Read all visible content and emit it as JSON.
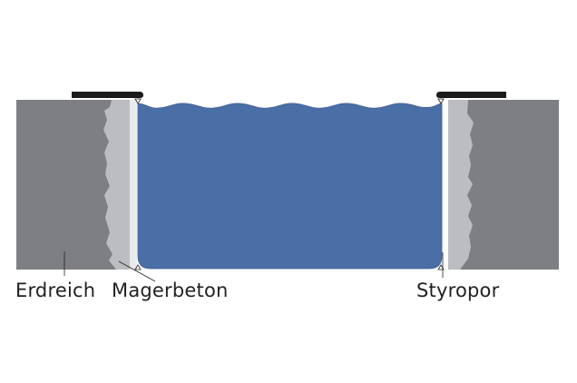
{
  "diagram": {
    "type": "pool-cross-section",
    "colors": {
      "soil": "#7e7f83",
      "lean_concrete": "#bcbdc1",
      "styrofoam": "#e9eaee",
      "water": "#4a6ea6",
      "water_outline": "#3f5e92",
      "coping": "#1b1b1b",
      "leader_line": "#231f20",
      "text": "#231f20"
    },
    "labels": {
      "soil": "Erdreich",
      "lean_concrete": "Magerbeton",
      "styrofoam": "Styropor"
    }
  }
}
